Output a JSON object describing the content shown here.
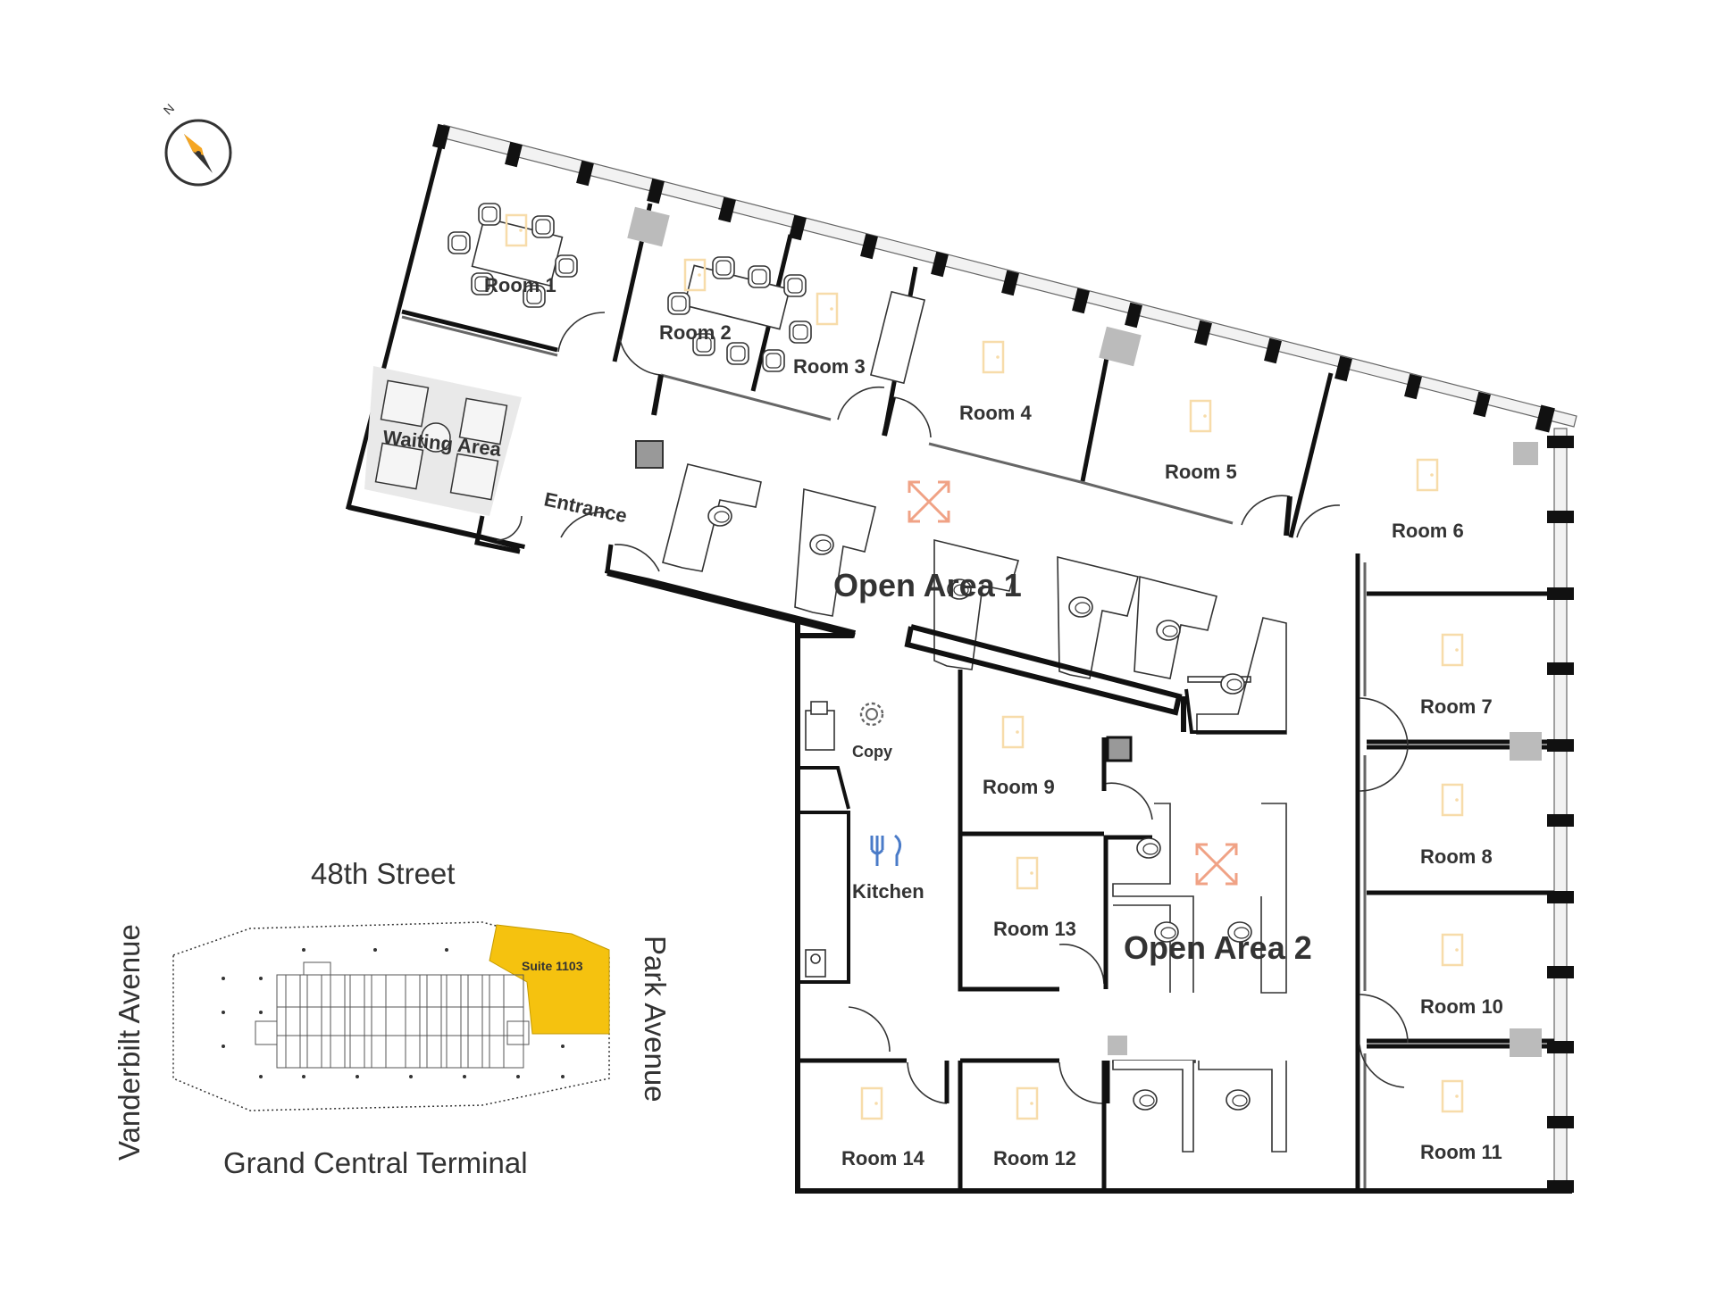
{
  "compass": {
    "north": "N",
    "icon": "compass-icon"
  },
  "rooms": {
    "room_1": "Room 1",
    "room_2": "Room 2",
    "room_3": "Room 3",
    "room_4": "Room 4",
    "room_5": "Room 5",
    "room_6": "Room 6",
    "room_7": "Room 7",
    "room_8": "Room 8",
    "room_9": "Room 9",
    "room_10": "Room 10",
    "room_11": "Room 11",
    "room_12": "Room 12",
    "room_13": "Room 13",
    "room_14": "Room 14"
  },
  "areas": {
    "waiting": "Waiting Area",
    "entrance": "Entrance",
    "open_1": "Open Area 1",
    "open_2": "Open Area 2",
    "copy": "Copy",
    "kitchen": "Kitchen"
  },
  "locator": {
    "north_street": "48th Street",
    "south_street": "Grand Central Terminal",
    "west_street": "Vanderbilt Avenue",
    "east_street": "Park Avenue",
    "suite": "Suite 1103",
    "highlight_color": "#f5c20f"
  },
  "colors": {
    "wall": "#111111",
    "door_marker": "#f7dcaa",
    "open_area_marker": "#f0a285",
    "kitchen_icon": "#4a7bc8",
    "waiting_fill": "#e9e9e9"
  }
}
